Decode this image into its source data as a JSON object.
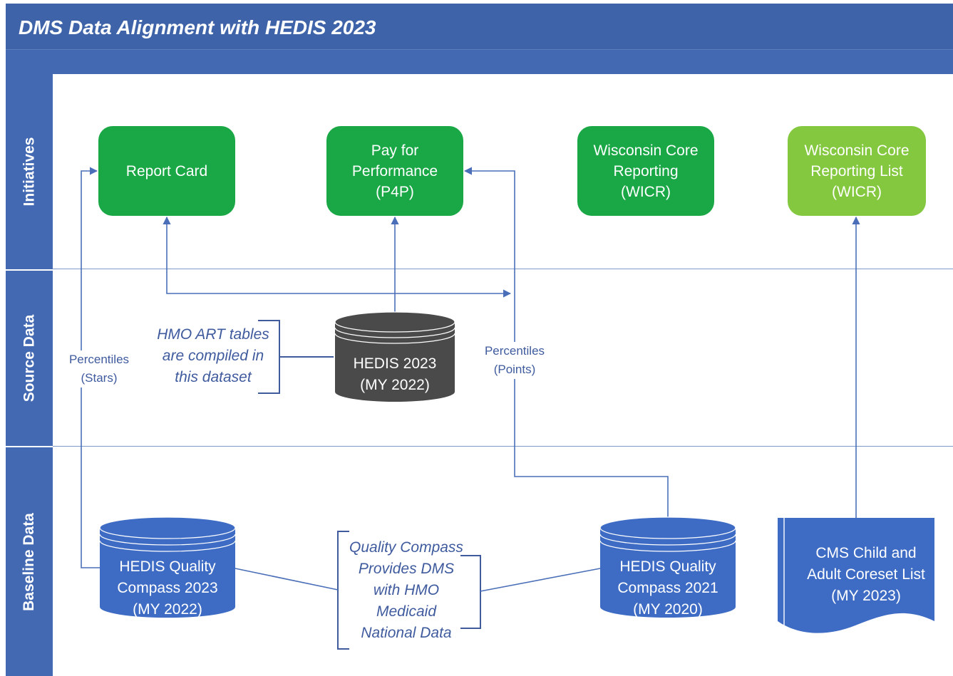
{
  "title": "DMS Data Alignment with HEDIS 2023",
  "lanes": [
    {
      "id": "initiatives",
      "label": "Initiatives"
    },
    {
      "id": "source",
      "label": "Source Data"
    },
    {
      "id": "baseline",
      "label": "Baseline Data"
    }
  ],
  "nodes": {
    "report_card": "Report Card",
    "p4p": "Pay for\nPerformance\n(P4P)",
    "wicr": "Wisconsin Core\nReporting\n(WICR)",
    "wicr_list": "Wisconsin Core\nReporting List\n(WICR)",
    "hedis2023": "HEDIS 2023\n(MY 2022)",
    "qc2023": "HEDIS Quality\nCompass 2023\n(MY 2022)",
    "qc2021": "HEDIS Quality\nCompass 2021\n(MY 2020)",
    "cms_list": "CMS Child and\nAdult Coreset List\n(MY 2023)"
  },
  "notes": {
    "hmo_art": "HMO ART tables\nare compiled in\nthis dataset",
    "quality_compass": "Quality Compass\nProvides DMS\nwith HMO\nMedicaid\nNational Data"
  },
  "edge_labels": {
    "stars": "Percentiles\n(Stars)",
    "points": "Percentiles\n(Points)"
  },
  "colors": {
    "header_blue": "#3f63a9",
    "green": "#1aa846",
    "light_green": "#84c83f",
    "dark_cylinder": "#4a4a4a",
    "blue_cylinder": "#3e6cc4",
    "connector": "#4a6fb8"
  }
}
